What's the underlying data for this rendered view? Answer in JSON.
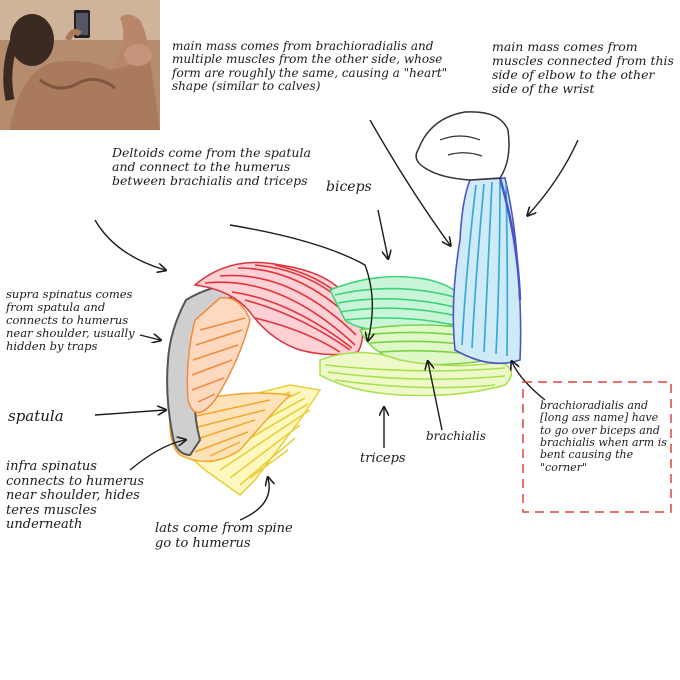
{
  "photo": {
    "caption": ""
  },
  "labels": {
    "brachioradialis_note": "main mass comes from brachioradialis and multiple muscles from the other side, whose form are roughly the same, causing a \"heart\" shape (similar to calves)",
    "wrist_note": "main mass comes from muscles connected from this side of elbow to the other side of the wrist",
    "deltoids_note": "Deltoids come from the spatula and connect to the humerus between brachialis and triceps",
    "biceps": "biceps",
    "supraspinatus_note": "supra spinatus comes from spatula and connects to humerus near shoulder, usually hidden by traps",
    "spatula": "spatula",
    "infraspinatus_note": "infra spinatus connects to humerus near shoulder, hides teres muscles underneath",
    "lats_note": "lats come from spine go to humerus",
    "triceps": "triceps",
    "brachialis": "brachialis",
    "corner_note": "brachioradialis and [long ass name] have to go over biceps and brachialis when arm is bent causing the \"corner\""
  },
  "colors": {
    "deltoid": "#e0323c",
    "scapula_muscles": "#f08a3c",
    "infraspinatus": "#f1a82a",
    "lats": "#e8cf3a",
    "biceps": "#3fd27a",
    "brachialis": "#7ad24a",
    "triceps": "#a8e050",
    "forearm": "#3aa8d8",
    "forearm_dark": "#4a55c8",
    "outline": "#222222",
    "dashed_box": "#e0443a"
  }
}
